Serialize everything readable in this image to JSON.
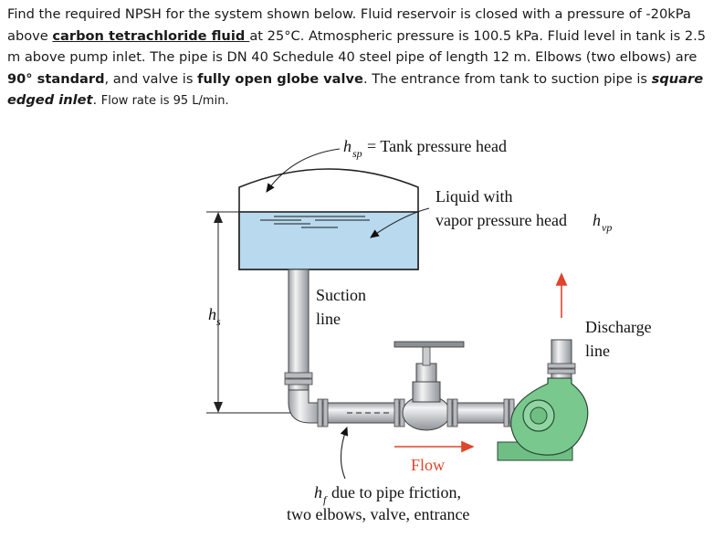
{
  "problem": {
    "t1": "Find the required NPSH for the system shown below. Fluid reservoir is closed with a pressure of -20kPa above ",
    "fluid": "carbon tetrachloride fluid ",
    "t2": "at 25°C. Atmospheric pressure is 100.5 kPa. Fluid level in tank is 2.5 m above pump inlet. The pipe is DN 40 Schedule 40 steel pipe of length 12 m. Elbows (two elbows) are ",
    "elbow": "90° standard",
    "t3": ", and valve is ",
    "valve": "fully open globe valve",
    "t4": ". The entrance from tank to suction pipe is ",
    "inlet": "square edged inlet",
    "t5": ". ",
    "flow": "Flow rate is 95 L/min."
  },
  "figure": {
    "hsp_label": "= Tank pressure head",
    "liquid_line1": "Liquid with",
    "liquid_line2": "vapor pressure head",
    "suction_line1": "Suction",
    "suction_line2": "line",
    "discharge_line1": "Discharge",
    "discharge_line2": "line",
    "flow_label": "Flow",
    "friction_line1": "due to pipe friction,",
    "friction_line2": "two elbows, valve, entrance"
  }
}
